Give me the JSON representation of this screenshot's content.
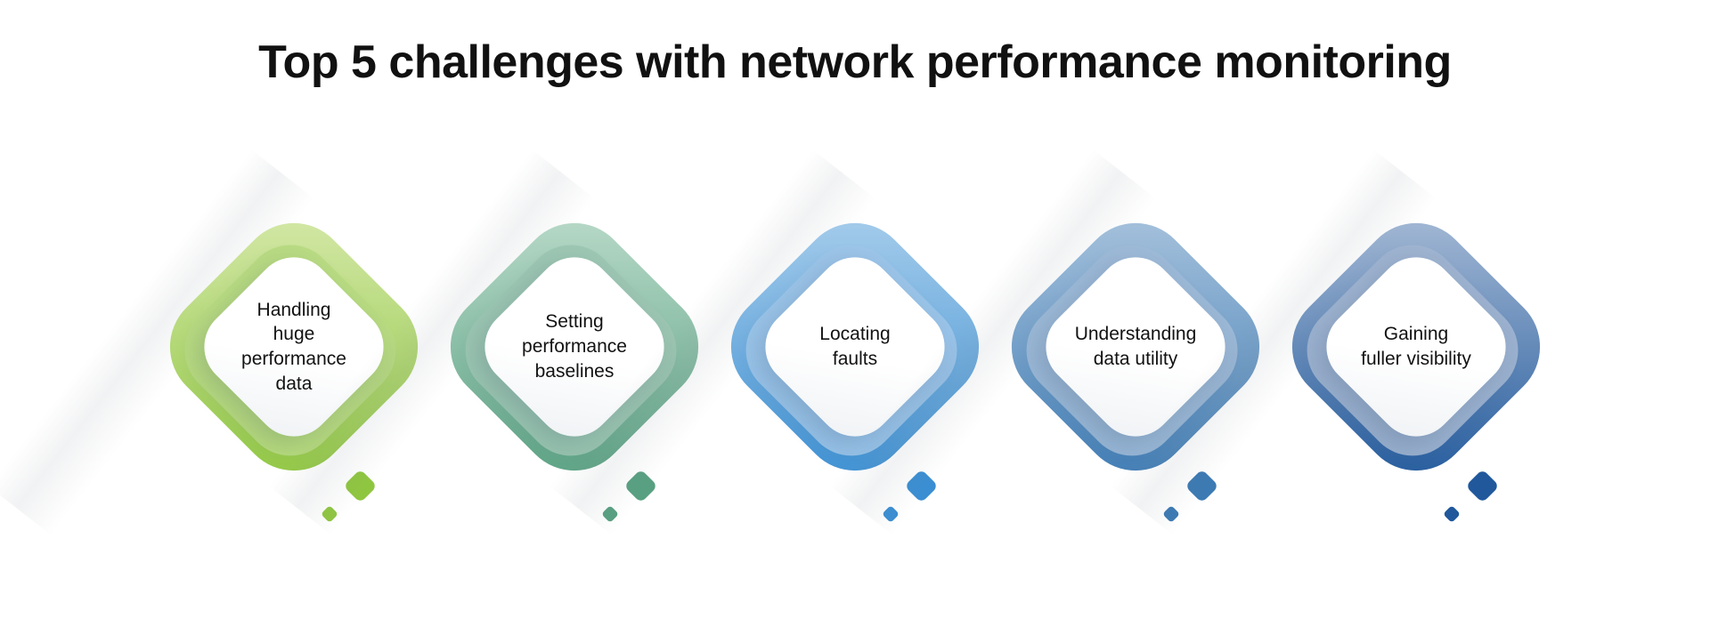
{
  "title": "Top 5 challenges with network performance monitoring",
  "cards": [
    {
      "label": "Handling\nhuge\nperformance\ndata",
      "colors": {
        "light": "#d6e9ab",
        "dark": "#8fc640",
        "mid": "#b7da81",
        "accent": "#8fc640"
      }
    },
    {
      "label": "Setting\nperformance\nbaselines",
      "colors": {
        "light": "#bcdccb",
        "dark": "#58a081",
        "mid": "#9cc6b2",
        "accent": "#58a081"
      }
    },
    {
      "label": "Locating\nfaults",
      "colors": {
        "light": "#aacfec",
        "dark": "#3a8ed2",
        "mid": "#9cc4e8",
        "accent": "#3a8ed2"
      }
    },
    {
      "label": "Understanding\ndata utility",
      "colors": {
        "light": "#abc5de",
        "dark": "#3c7ab3",
        "mid": "#9dbad7",
        "accent": "#3c7ab3"
      }
    },
    {
      "label": "Gaining\nfuller visibility",
      "colors": {
        "light": "#aabdd7",
        "dark": "#20589b",
        "mid": "#a0b4d0",
        "accent": "#20589b"
      }
    }
  ]
}
